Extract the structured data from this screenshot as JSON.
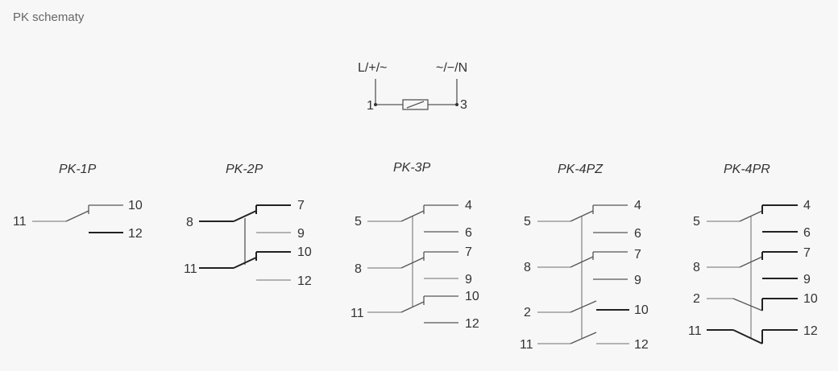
{
  "page": {
    "title": "PK schematy"
  },
  "coil": {
    "supply_left": "L/+/~",
    "supply_right": "~/−/N",
    "terminal_left": "1",
    "terminal_right": "3"
  },
  "relays": [
    {
      "name": "PK-1P",
      "terminals": [
        "11",
        "10",
        "12"
      ]
    },
    {
      "name": "PK-2P",
      "terminals": [
        "8",
        "7",
        "9",
        "11",
        "10",
        "12"
      ]
    },
    {
      "name": "PK-3P",
      "terminals": [
        "5",
        "4",
        "6",
        "8",
        "7",
        "9",
        "11",
        "10",
        "12"
      ]
    },
    {
      "name": "PK-4PZ",
      "terminals": [
        "5",
        "4",
        "6",
        "8",
        "7",
        "9",
        "2",
        "10",
        "11",
        "12"
      ]
    },
    {
      "name": "PK-4PR",
      "terminals": [
        "5",
        "4",
        "6",
        "8",
        "7",
        "9",
        "2",
        "10",
        "11",
        "12"
      ]
    }
  ]
}
